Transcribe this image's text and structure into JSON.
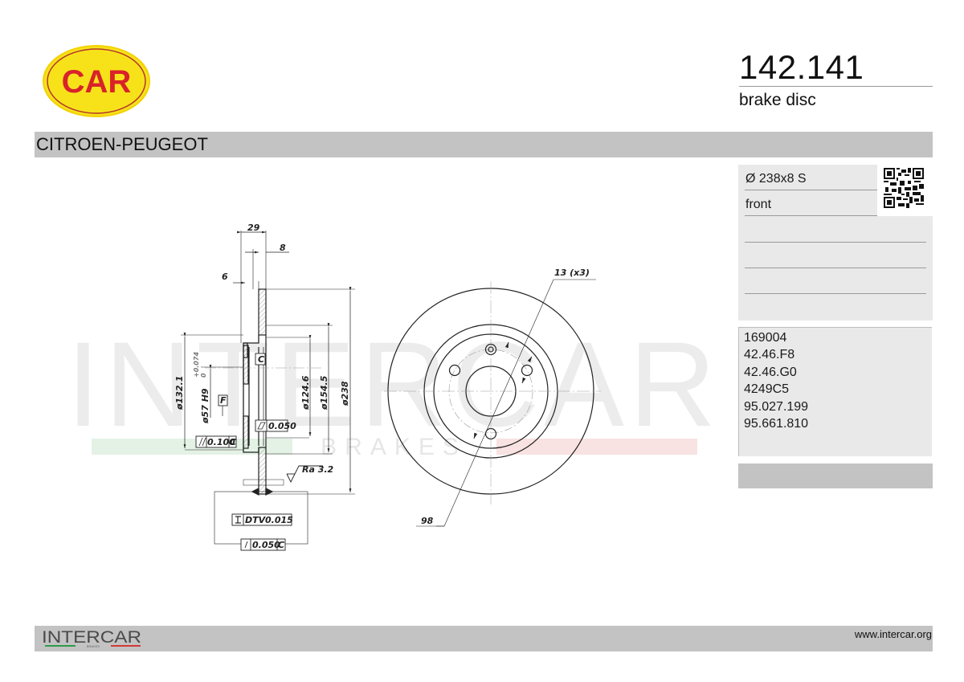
{
  "header": {
    "logo_text": "CAR",
    "part_number": "142.141",
    "part_type": "brake disc"
  },
  "brand_bar": {
    "manufacturer": "CITROEN-PEUGEOT"
  },
  "specs": {
    "dimension": "Ø 238x8 S",
    "position": "front",
    "blank_rows": [
      "",
      "",
      ""
    ],
    "qr_icon": "qr-code-icon"
  },
  "oe_numbers": [
    "169004",
    "42.46.F8",
    "42.46.G0",
    "4249C5",
    "95.027.199",
    "95.661.810"
  ],
  "drawing": {
    "section_dims": {
      "total_height": "29",
      "disc_thickness": "8",
      "hat_wall": "6",
      "d_outer": "ø238",
      "d_154": "ø154.5",
      "d_124": "ø124.6",
      "d_132": "ø132.1",
      "d_bore": "ø57 H9",
      "bore_tol_upper": "+0.074",
      "bore_tol_lower": "0",
      "datum_c": "C",
      "datum_f": "F",
      "flatness": "0.050",
      "parallelism": "0.100",
      "parallelism_ref": "C",
      "roughness": "Ra 3.2",
      "dtv_label": "DTV",
      "dtv_value": "0.015",
      "runout": "0.050",
      "runout_ref": "C"
    },
    "front_dims": {
      "bolt_holes": "13 (x3)",
      "pcd": "98"
    },
    "watermark": {
      "main": "INTERCAR",
      "sub": "BRAKES"
    }
  },
  "footer": {
    "logo_text": "INTERCAR",
    "logo_sub": "BRAKES",
    "url": "www.intercar.org"
  },
  "colors": {
    "logo_yellow": "#f7e21a",
    "logo_red": "#d8232a",
    "bar_grey": "#c3c3c3",
    "panel_grey": "#e9e9e9",
    "flag_green": "#2f9a4a",
    "flag_red": "#d23a35"
  }
}
